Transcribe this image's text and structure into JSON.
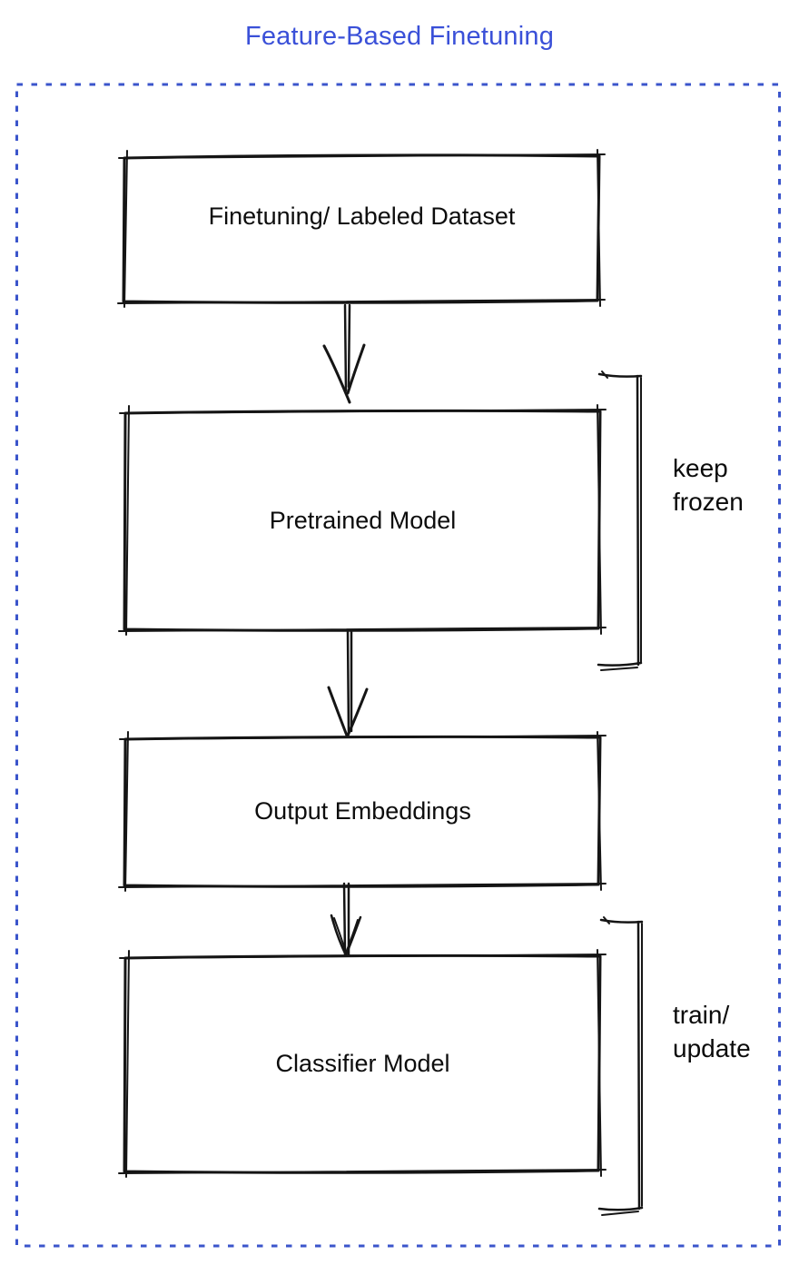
{
  "title": "Feature-Based Finetuning",
  "colors": {
    "title": "#3a50d8",
    "container_border": "#3b55cb",
    "box_gray": "#878e98",
    "box_blue": "#4a6ded",
    "box_green": "#41bd5b",
    "sketch_stroke": "#151515",
    "label_text": "#0d0d0d"
  },
  "diagram": {
    "nodes": [
      {
        "id": "dataset",
        "label": "Finetuning/ Labeled Dataset",
        "fill": "gray"
      },
      {
        "id": "pretrained",
        "label": "Pretrained Model",
        "fill": "blue"
      },
      {
        "id": "embeddings",
        "label": "Output Embeddings",
        "fill": "gray"
      },
      {
        "id": "classifier",
        "label": "Classifier Model",
        "fill": "green"
      }
    ],
    "annotations": [
      {
        "target": "pretrained",
        "label": "keep frozen"
      },
      {
        "target": "classifier",
        "label": "train/ update"
      }
    ],
    "flow": [
      "dataset -> pretrained",
      "pretrained -> embeddings",
      "embeddings -> classifier"
    ]
  }
}
